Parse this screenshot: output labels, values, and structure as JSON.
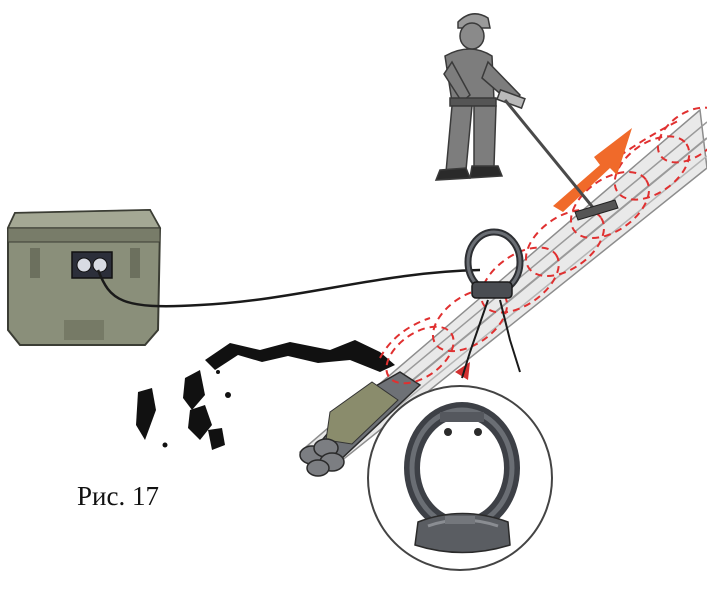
{
  "figure": {
    "caption": "Рис. 17"
  },
  "illustration": {
    "elements": [
      "transmitter-box",
      "connecting-cable",
      "clamp-coil",
      "buried-cable",
      "field-lines",
      "direction-arrow",
      "operator-with-locator",
      "magnified-clamp"
    ]
  },
  "colors": {
    "field_lines": "#e03030",
    "arrow": "#f06a2a",
    "transmitter": "#8a8f7a",
    "clamp": "#5a5e63",
    "cable": "#6e7176",
    "operator": "#7d7d7d"
  }
}
